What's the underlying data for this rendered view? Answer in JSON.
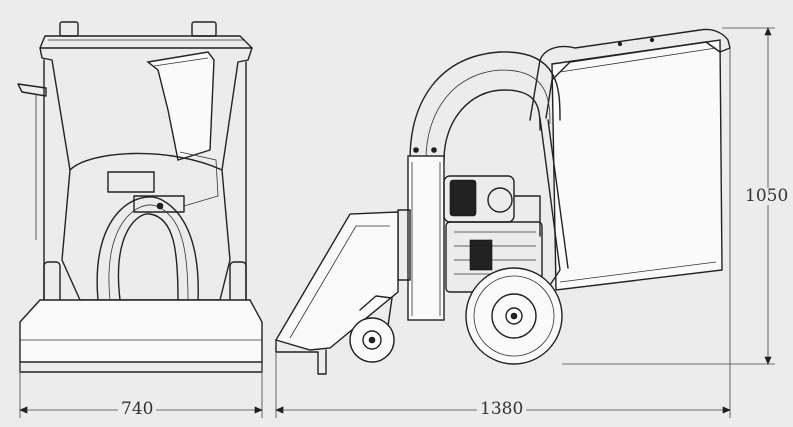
{
  "dimensions": {
    "front_width": "740",
    "side_length": "1380",
    "height": "1050"
  }
}
